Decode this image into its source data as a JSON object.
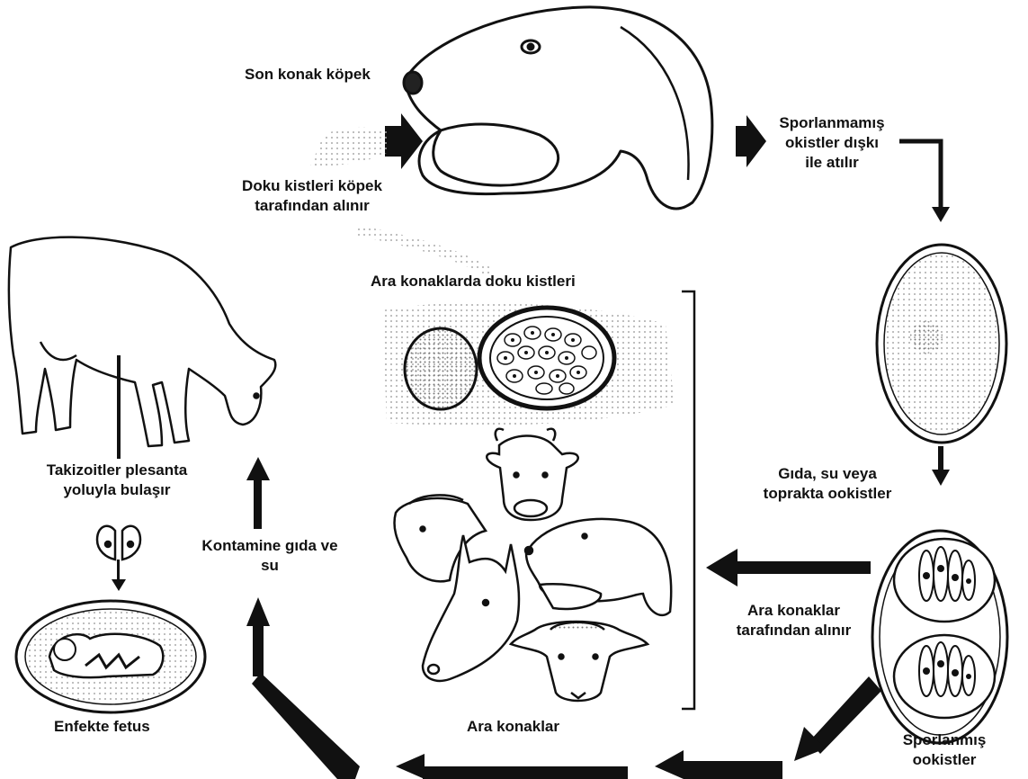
{
  "labels": {
    "final_host": "Son konak köpek",
    "unsporulated_line1": "Sporlanmamış",
    "unsporulated_line2": "okistler dışkı",
    "unsporulated_line3": "ile atılır",
    "cysts_ingested_line1": "Doku kistleri köpek",
    "cysts_ingested_line2": "tarafından alınır",
    "tissue_cysts": "Ara konaklarda doku kistleri",
    "food_water_line1": "Gıda, su veya",
    "food_water_line2": "toprakta ookistler",
    "taken_up_line1": "Ara konaklar",
    "taken_up_line2": "tarafından alınır",
    "sporulated_line1": "Sporlanmış",
    "sporulated_line2": "ookistler",
    "intermediate_hosts": "Ara konaklar",
    "contaminated_line1": "Kontamine gıda ve",
    "contaminated_line2": "su",
    "tachyzoites_line1": "Takizoitler plesanta",
    "tachyzoites_line2": "yoluyla bulaşır",
    "infected_fetus": "Enfekte fetus"
  },
  "colors": {
    "ink": "#111111",
    "background": "#ffffff",
    "stipple": "#bdbdbd"
  }
}
